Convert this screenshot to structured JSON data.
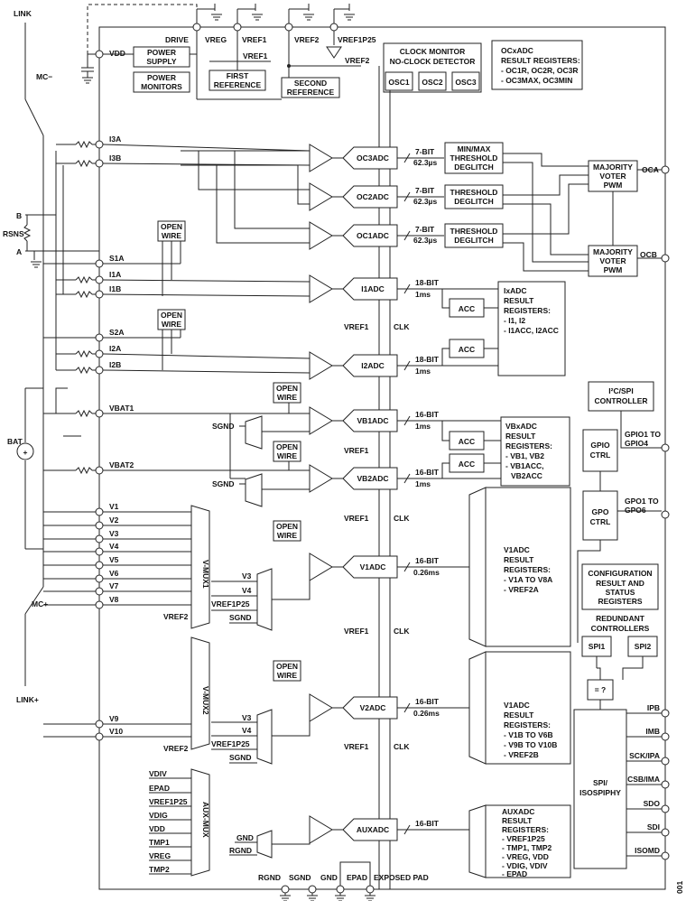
{
  "external": {
    "link": "LINK",
    "mc_minus": "MC−",
    "b": "B",
    "rsns": "RSNS",
    "a": "A",
    "bat": "BAT",
    "mc_plus": "MC+",
    "link_plus": "LINK+"
  },
  "top_pins": {
    "drive": "DRIVE",
    "vreg": "VREG",
    "vref1": "VREF1",
    "vref2": "VREF2",
    "vref1p25": "VREF1P25"
  },
  "power": {
    "vdd": "VDD",
    "supply_l1": "POWER",
    "supply_l2": "SUPPLY",
    "monitors_l1": "POWER",
    "monitors_l2": "MONITORS",
    "first_l1": "FIRST",
    "first_l2": "REFERENCE",
    "second_l1": "SECOND",
    "second_l2": "REFERENCE",
    "vref1_label": "VREF1",
    "vref2_label": "VREF2"
  },
  "clock": {
    "title_l1": "CLOCK MONITOR",
    "title_l2": "NO-CLOCK DETECTOR",
    "osc1": "OSC1",
    "osc2": "OSC2",
    "osc3": "OSC3"
  },
  "ocx_info": {
    "l1": "OCxADC",
    "l2": "RESULT REGISTERS:",
    "l3": "- OC1R, OC2R, OC3R",
    "l4": "- OC3MAX, OC3MIN"
  },
  "inputs": {
    "i3a": "I3A",
    "i3b": "I3B",
    "s1a": "S1A",
    "i1a": "I1A",
    "i1b": "I1B",
    "s2a": "S2A",
    "i2a": "I2A",
    "i2b": "I2B",
    "vbat1": "VBAT1",
    "vbat2": "VBAT2",
    "v1": "V1",
    "v2": "V2",
    "v3": "V3",
    "v4": "V4",
    "v5": "V5",
    "v6": "V6",
    "v7": "V7",
    "v8": "V8",
    "v9": "V9",
    "v10": "V10"
  },
  "adcs": {
    "oc3": "OC3ADC",
    "oc2": "OC2ADC",
    "oc1": "OC1ADC",
    "i1": "I1ADC",
    "i2": "I2ADC",
    "vb1": "VB1ADC",
    "vb2": "VB2ADC",
    "v1": "V1ADC",
    "v2": "V2ADC",
    "aux": "AUXADC"
  },
  "bits": {
    "b7": "7-BIT",
    "t623": "62.3µs",
    "b18": "18-BIT",
    "t1ms": "1ms",
    "b16": "16-BIT",
    "t026": "0.26ms"
  },
  "blocks": {
    "open_l1": "OPEN",
    "open_l2": "WIRE",
    "minmax_l1": "MIN/MAX",
    "minmax_l2": "THRESHOLD",
    "minmax_l3": "DEGLITCH",
    "thr_l1": "THRESHOLD",
    "thr_l2": "DEGLITCH",
    "maj_l1": "MAJORITY",
    "maj_l2": "VOTER",
    "maj_l3": "PWM",
    "acc": "ACC",
    "sgnd": "SGND",
    "vref1": "VREF1",
    "clk": "CLK",
    "vref2": "VREF2",
    "vref1p25": "VREF1P25",
    "v3": "V3",
    "v4": "V4",
    "gnd": "GND",
    "rgnd": "RGND"
  },
  "results": {
    "ix_l1": "IxADC",
    "ix_l2": "RESULT",
    "ix_l3": "REGISTERS:",
    "ix_l4": "- I1, I2",
    "ix_l5": "- I1ACC, I2ACC",
    "vb_l1": "VBxADC",
    "vb_l2": "RESULT",
    "vb_l3": "REGISTERS:",
    "vb_l4": "- VB1, VB2",
    "vb_l5": "- VB1ACC,",
    "vb_l6": "VB2ACC",
    "v1_l1": "V1ADC",
    "v1_l2": "RESULT",
    "v1_l3": "REGISTERS:",
    "v1_l4": "- V1A TO V8A",
    "v1_l5": "- VREF2A",
    "v2_l1": "V1ADC",
    "v2_l2": "RESULT",
    "v2_l3": "REGISTERS:",
    "v2_l4": "- V1B TO V6B",
    "v2_l5": "- V9B TO V10B",
    "v2_l6": "- VREF2B",
    "aux_l1": "AUXADC",
    "aux_l2": "RESULT",
    "aux_l3": "REGISTERS:",
    "aux_l4": "- VREF1P25",
    "aux_l5": "- TMP1, TMP2",
    "aux_l6": "- VREG, VDD",
    "aux_l7": "- VDIG, VDIV",
    "aux_l8": "- EPAD"
  },
  "mux": {
    "vmux1": "V-MUX1",
    "vmux2": "V-MUX2",
    "auxmux": "AUX-MUX",
    "vref2": "VREF2",
    "vdiv": "VDIV",
    "epad": "EPAD",
    "vref1p25": "VREF1P25",
    "vdig": "VDIG",
    "vdd": "VDD",
    "tmp1": "TMP1",
    "vreg": "VREG",
    "tmp2": "TMP2"
  },
  "control": {
    "i2c_l1": "I²C/SPI",
    "i2c_l2": "CONTROLLER",
    "gpio_l1": "GPIO",
    "gpio_l2": "CTRL",
    "gpo_l1": "GPO",
    "gpo_l2": "CTRL",
    "gpio_pin_l1": "GPIO1 TO",
    "gpio_pin_l2": "GPIO4",
    "gpo_pin_l1": "GPO1 TO",
    "gpo_pin_l2": "GPO6",
    "oca": "OCA",
    "ocb": "OCB",
    "cfg_l1": "CONFIGURATION",
    "cfg_l2": "RESULT AND",
    "cfg_l3": "STATUS",
    "cfg_l4": "REGISTERS",
    "red_l1": "REDUNDANT",
    "red_l2": "CONTROLLERS",
    "spi1": "SPI1",
    "spi2": "SPI2",
    "cmp": "= ?",
    "spi_l1": "SPI/",
    "spi_l2": "ISOSPIPHY",
    "ipb": "IPB",
    "imb": "IMB",
    "sck": "SCK/IPA",
    "csb": "CSB/IMA",
    "sdo": "SDO",
    "sdi": "SDI",
    "isomd": "ISOMD"
  },
  "bottom": {
    "rgnd": "RGND",
    "sgnd": "SGND",
    "gnd": "GND",
    "epad": "EPAD",
    "exposed": "EXPOSED PAD"
  },
  "figure_id": "001"
}
